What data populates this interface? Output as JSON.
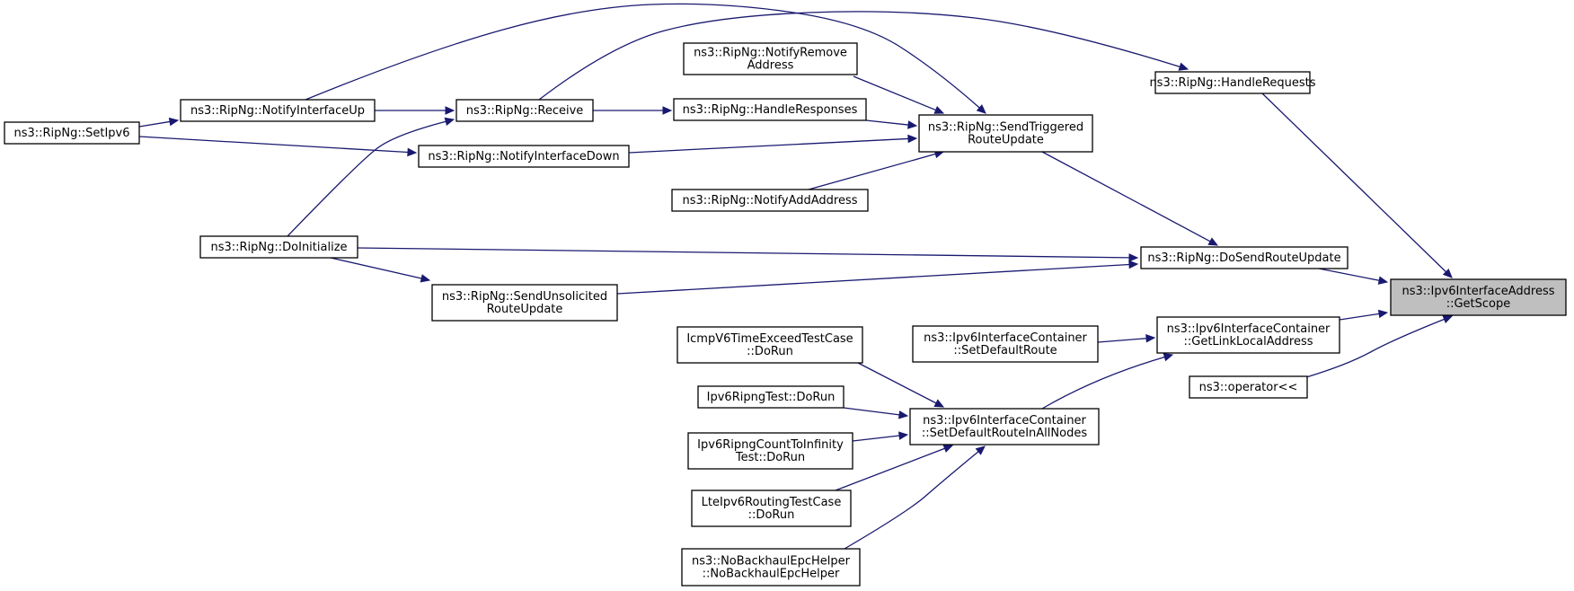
{
  "diagram": {
    "type": "call-graph",
    "edge_color": "#191970",
    "highlight_fill": "#bfbfbf",
    "nodes": [
      {
        "id": "getscope",
        "lines": [
          "ns3::Ipv6InterfaceAddress",
          "::GetScope"
        ],
        "highlight": true
      },
      {
        "id": "handlerequests",
        "lines": [
          "ns3::RipNg::HandleRequests"
        ]
      },
      {
        "id": "dosendrouteupdate",
        "lines": [
          "ns3::RipNg::DoSendRouteUpdate"
        ]
      },
      {
        "id": "getlinklocaladdress",
        "lines": [
          "ns3::Ipv6InterfaceContainer",
          "::GetLinkLocalAddress"
        ]
      },
      {
        "id": "operator",
        "lines": [
          "ns3::operator<<"
        ]
      },
      {
        "id": "sendtriggered",
        "lines": [
          "ns3::RipNg::SendTriggered",
          "RouteUpdate"
        ]
      },
      {
        "id": "doinitialize",
        "lines": [
          "ns3::RipNg::DoInitialize"
        ]
      },
      {
        "id": "sendunsolicited",
        "lines": [
          "ns3::RipNg::SendUnsolicited",
          "RouteUpdate"
        ]
      },
      {
        "id": "setdefaultroute",
        "lines": [
          "ns3::Ipv6InterfaceContainer",
          "::SetDefaultRoute"
        ]
      },
      {
        "id": "setdefaultrouteinallnodes",
        "lines": [
          "ns3::Ipv6InterfaceContainer",
          "::SetDefaultRouteInAllNodes"
        ]
      },
      {
        "id": "notifyremoveaddress",
        "lines": [
          "ns3::RipNg::NotifyRemove",
          "Address"
        ]
      },
      {
        "id": "handleresponses",
        "lines": [
          "ns3::RipNg::HandleResponses"
        ]
      },
      {
        "id": "notifyadd",
        "lines": [
          "ns3::RipNg::NotifyAddAddress"
        ]
      },
      {
        "id": "notifyifdown",
        "lines": [
          "ns3::RipNg::NotifyInterfaceDown"
        ]
      },
      {
        "id": "receive",
        "lines": [
          "ns3::RipNg::Receive"
        ]
      },
      {
        "id": "notifyifup",
        "lines": [
          "ns3::RipNg::NotifyInterfaceUp"
        ]
      },
      {
        "id": "setipv6",
        "lines": [
          "ns3::RipNg::SetIpv6"
        ]
      },
      {
        "id": "icmp",
        "lines": [
          "IcmpV6TimeExceedTestCase",
          "::DoRun"
        ]
      },
      {
        "id": "ripngtest",
        "lines": [
          "Ipv6RipngTest::DoRun"
        ]
      },
      {
        "id": "ripngcount",
        "lines": [
          "Ipv6RipngCountToInfinity",
          "Test::DoRun"
        ]
      },
      {
        "id": "lteipv6",
        "lines": [
          "LteIpv6RoutingTestCase",
          "::DoRun"
        ]
      },
      {
        "id": "nobackhaul",
        "lines": [
          "ns3::NoBackhaulEpcHelper",
          "::NoBackhaulEpcHelper"
        ]
      }
    ],
    "edges": [
      {
        "from": "handlerequests",
        "to": "getscope"
      },
      {
        "from": "dosendrouteupdate",
        "to": "getscope"
      },
      {
        "from": "getlinklocaladdress",
        "to": "getscope"
      },
      {
        "from": "operator",
        "to": "getscope"
      },
      {
        "from": "setipv6",
        "to": "notifyifup"
      },
      {
        "from": "setipv6",
        "to": "notifyifdown"
      },
      {
        "from": "notifyifup",
        "to": "receive"
      },
      {
        "from": "notifyifup",
        "to": "sendtriggered"
      },
      {
        "from": "doinitialize",
        "to": "receive"
      },
      {
        "from": "doinitialize",
        "to": "sendunsolicited"
      },
      {
        "from": "doinitialize",
        "to": "dosendrouteupdate"
      },
      {
        "from": "receive",
        "to": "handleresponses"
      },
      {
        "from": "receive",
        "to": "handlerequests"
      },
      {
        "from": "handleresponses",
        "to": "sendtriggered"
      },
      {
        "from": "notifyremoveaddress",
        "to": "sendtriggered"
      },
      {
        "from": "notifyifdown",
        "to": "sendtriggered"
      },
      {
        "from": "notifyadd",
        "to": "sendtriggered"
      },
      {
        "from": "sendtriggered",
        "to": "dosendrouteupdate"
      },
      {
        "from": "sendunsolicited",
        "to": "dosendrouteupdate"
      },
      {
        "from": "setdefaultroute",
        "to": "getlinklocaladdress"
      },
      {
        "from": "setdefaultrouteinallnodes",
        "to": "getlinklocaladdress"
      },
      {
        "from": "icmp",
        "to": "setdefaultrouteinallnodes"
      },
      {
        "from": "ripngtest",
        "to": "setdefaultrouteinallnodes"
      },
      {
        "from": "ripngcount",
        "to": "setdefaultrouteinallnodes"
      },
      {
        "from": "lteipv6",
        "to": "setdefaultrouteinallnodes"
      },
      {
        "from": "nobackhaul",
        "to": "setdefaultrouteinallnodes"
      }
    ]
  }
}
